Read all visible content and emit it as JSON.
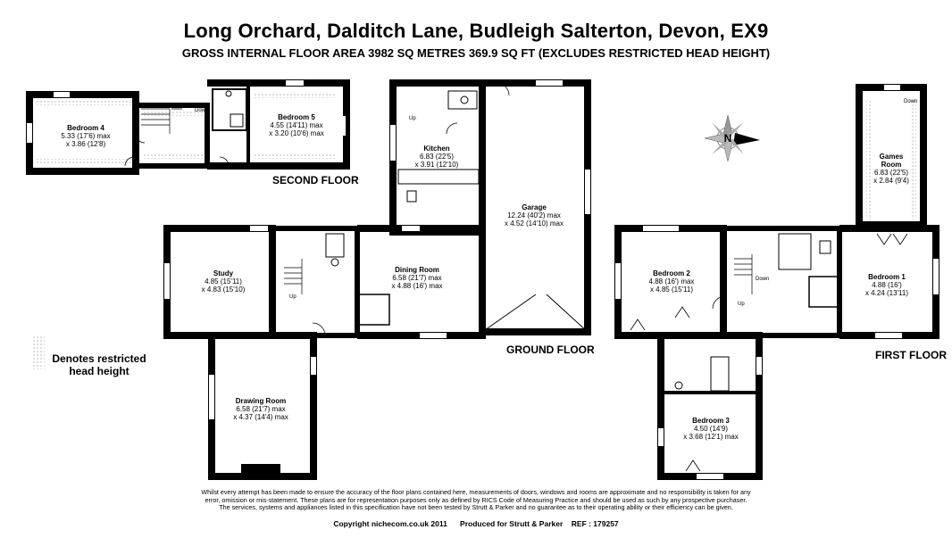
{
  "header": {
    "address": "Long Orchard, Dalditch Lane, Budleigh Salterton, Devon, EX9",
    "area": "GROSS INTERNAL FLOOR AREA 3982 SQ METRES 369.9 SQ FT (EXCLUDES RESTRICTED HEAD HEIGHT)"
  },
  "floors": {
    "second": "SECOND FLOOR",
    "ground": "GROUND FLOOR",
    "first": "FIRST FLOOR"
  },
  "legend": {
    "line1": "Denotes restricted",
    "line2": "head height"
  },
  "rooms": {
    "bedroom4": {
      "name": "Bedroom 4",
      "dim1": "5.33 (17'6) max",
      "dim2": "x 3.86 (12'8)"
    },
    "bedroom5": {
      "name": "Bedroom 5",
      "dim1": "4.55 (14'11) max",
      "dim2": "x 3.20 (10'6) max"
    },
    "kitchen": {
      "name": "Kitchen",
      "dim1": "6.83 (22'5)",
      "dim2": "x 3.91 (12'10)"
    },
    "garage": {
      "name": "Garage",
      "dim1": "12.24 (40'2) max",
      "dim2": "x 4.52 (14'10) max"
    },
    "study": {
      "name": "Study",
      "dim1": "4.85 (15'11)",
      "dim2": "x 4.83 (15'10)"
    },
    "dining": {
      "name": "Dining Room",
      "dim1": "6.58 (21'7) max",
      "dim2": "x 4.88 (16') max"
    },
    "drawing": {
      "name": "Drawing Room",
      "dim1": "6.58 (21'7) max",
      "dim2": "x 4.37 (14'4) max"
    },
    "games": {
      "name1": "Games",
      "name2": "Room",
      "dim1": "6.83 (22'5)",
      "dim2": "x 2.84 (9'4)"
    },
    "bedroom2": {
      "name": "Bedroom 2",
      "dim1": "4.88 (16') max",
      "dim2": "x 4.85 (15'11)"
    },
    "bedroom1": {
      "name": "Bedroom 1",
      "dim1": "4.88 (16')",
      "dim2": "x 4.24 (13'11)"
    },
    "bedroom3": {
      "name": "Bedroom 3",
      "dim1": "4.50 (14'9)",
      "dim2": "x 3.68 (12'1) max"
    }
  },
  "stairs": {
    "down": "Down",
    "up": "Up"
  },
  "compass": {
    "letter": "N"
  },
  "disclaimer": {
    "line1": "Whilst every attempt has been made to ensure the accuracy of the floor plans contained here, measurements of doors, windows and rooms are approximate and no responsibility is taken for any",
    "line2": "error, omission or mis-statement.  These plans are for representation purposes only as defined by RICS Code of Measuring Practice and should be used as such by any prospective purchaser.",
    "line3": "The services, systems and appliances listed in this specification have not been tested by Strutt & Parker and no guarantee as to their operating ability or their efficiency can be given."
  },
  "footer": "Copyright nichecom.co.uk 2011      Produced for Strutt & Parker    REF : 179257"
}
